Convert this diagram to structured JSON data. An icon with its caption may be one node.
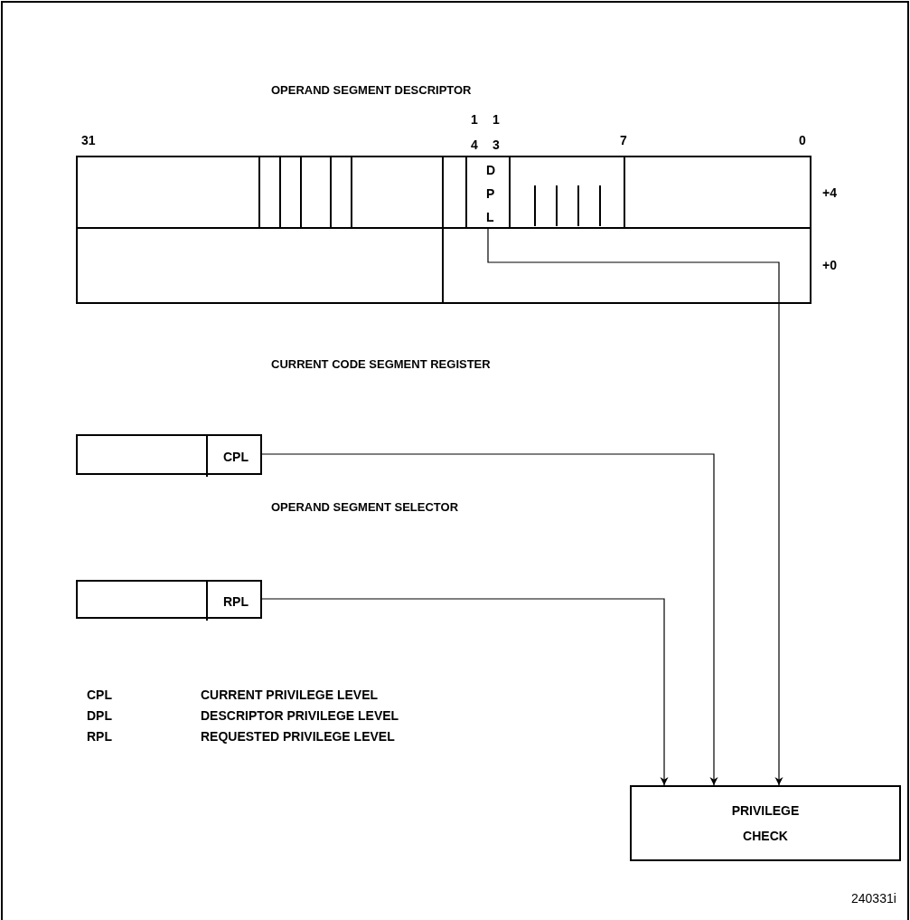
{
  "diagram": {
    "nodes": [
      {
        "text": [],
        "shape": "box"
      },
      {
        "text": [
          "DPL"
        ],
        "in": 0
      },
      {
        "text": [],
        "shape": "box"
      },
      {
        "text": [
          "CPL"
        ],
        "in": 2
      },
      {
        "text": [],
        "shape": "box"
      },
      {
        "text": [
          "RPL"
        ],
        "in": 4
      },
      {
        "text": [
          "PRIVILEGE CHECK"
        ]
      }
    ],
    "edges": [
      {
        "from": 5,
        "to": 6,
        "arrow": "to"
      },
      {
        "from": 3,
        "to": 6,
        "arrow": "to"
      },
      {
        "from": 1,
        "to": 6,
        "arrow": "to"
      }
    ],
    "labels": [
      "OPERAND SEGMENT DESCRIPTOR",
      "31",
      "14",
      "13",
      "7",
      "0",
      "+4",
      "+0",
      "CURRENT CODE SEGMENT REGISTER",
      "OPERAND SEGMENT SELECTOR",
      "CPL",
      "CURRENT PRIVILEGE LEVEL",
      "DPL",
      "DESCRIPTOR PRIVILEGE LEVEL",
      "RPL",
      "REQUESTED PRIVILEGE LEVEL",
      "240331i"
    ]
  }
}
